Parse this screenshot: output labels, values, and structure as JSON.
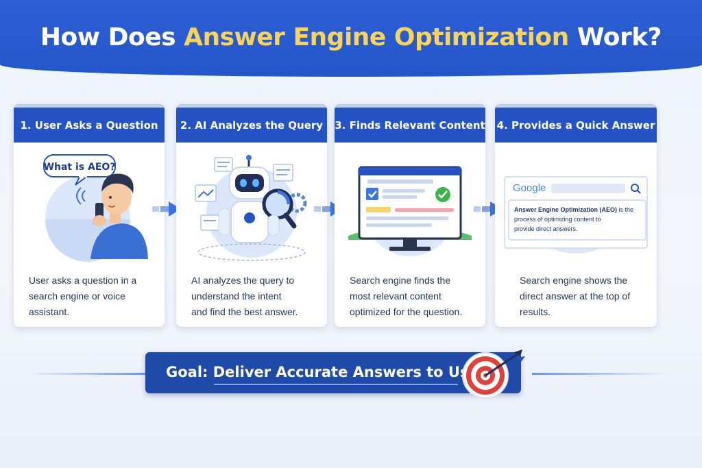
{
  "title": {
    "prefix": "How Does ",
    "highlight": "Answer Engine Optimization",
    "suffix": " Work?"
  },
  "steps": [
    {
      "heading": "1. User Asks a Question",
      "bubble": "What is AEO?",
      "lines": [
        "User asks a question in a",
        "search engine or voice",
        "assistant."
      ]
    },
    {
      "heading": "2. AI Analyzes the Query",
      "lines": [
        "AI analyzes the query to",
        "understand the intent",
        "and find the best answer."
      ]
    },
    {
      "heading": "3. Finds Relevant Content",
      "lines": [
        "Search engine finds the",
        "most relevant content",
        "optimized for the question."
      ]
    },
    {
      "heading": "4. Provides a Quick Answer",
      "google": "Google",
      "answer_bold": "Answer Engine Optimization (AEO)",
      "answer_rest1": " is the",
      "answer_rest2": "process of optimizing content to",
      "answer_rest3": "provide direct answers.",
      "lines": [
        "Search engine shows the",
        "direct answer at the top of",
        "results."
      ]
    }
  ],
  "goal": {
    "label": "Goal: Deliver Accurate Answers to Users"
  },
  "colors": {
    "header_blue": "#2356c9",
    "title_highlight": "#f8d45a",
    "card_header": "#2553c4",
    "arrow_blue": "#3d74e0",
    "goal_blue": "#1f4aa8",
    "target_red": "#e0413a",
    "check_green": "#3bb54a"
  },
  "icons": [
    "person-phone-icon",
    "robot-magnifier-icon",
    "monitor-checklist-icon",
    "search-results-icon",
    "target-arrow-icon",
    "arrow-right-icon"
  ]
}
